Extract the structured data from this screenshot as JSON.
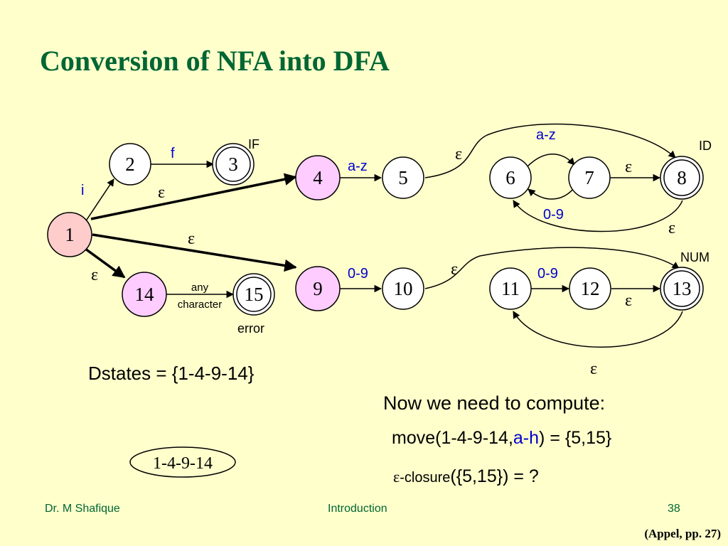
{
  "slide": {
    "title": "Conversion of NFA into DFA",
    "dstates": "Dstates = {1-4-9-14}",
    "dstate_box": "1-4-9-14",
    "compute_heading": "Now we need to compute:",
    "move_prefix": "move(1-4-9-14,",
    "move_input": "a-h",
    "move_suffix": ") = {5,15}",
    "closure_symbol": "ε",
    "closure_word": "-closure",
    "closure_rest": "({5,15}) = ?",
    "footer_author": "Dr. M  Shafique",
    "footer_topic": "Introduction",
    "footer_page": "38",
    "reference": "(Appel, pp. 27)"
  },
  "diagram": {
    "epsilon": "ε",
    "nodes": {
      "n1": "1",
      "n2": "2",
      "n3": "3",
      "n4": "4",
      "n5": "5",
      "n6": "6",
      "n7": "7",
      "n8": "8",
      "n9": "9",
      "n10": "10",
      "n11": "11",
      "n12": "12",
      "n13": "13",
      "n14": "14",
      "n15": "15"
    },
    "edge_labels": {
      "e1_2": "i",
      "e2_3": "f",
      "e4_5": "a-z",
      "e6_7": "a-z",
      "e7_6": "0-9",
      "e9_10": "0-9",
      "e11_12": "0-9",
      "e14_15_line1": "any",
      "e14_15_line2": "character"
    },
    "accept_tags": {
      "if": "IF",
      "id": "ID",
      "num": "NUM",
      "error": "error"
    },
    "colors": {
      "start_fill": "#ffcccc",
      "highlight_fill": "#ffccff",
      "node_fill": "#ffffff",
      "title_color": "#006633",
      "blue_label": "#0000cc"
    }
  }
}
